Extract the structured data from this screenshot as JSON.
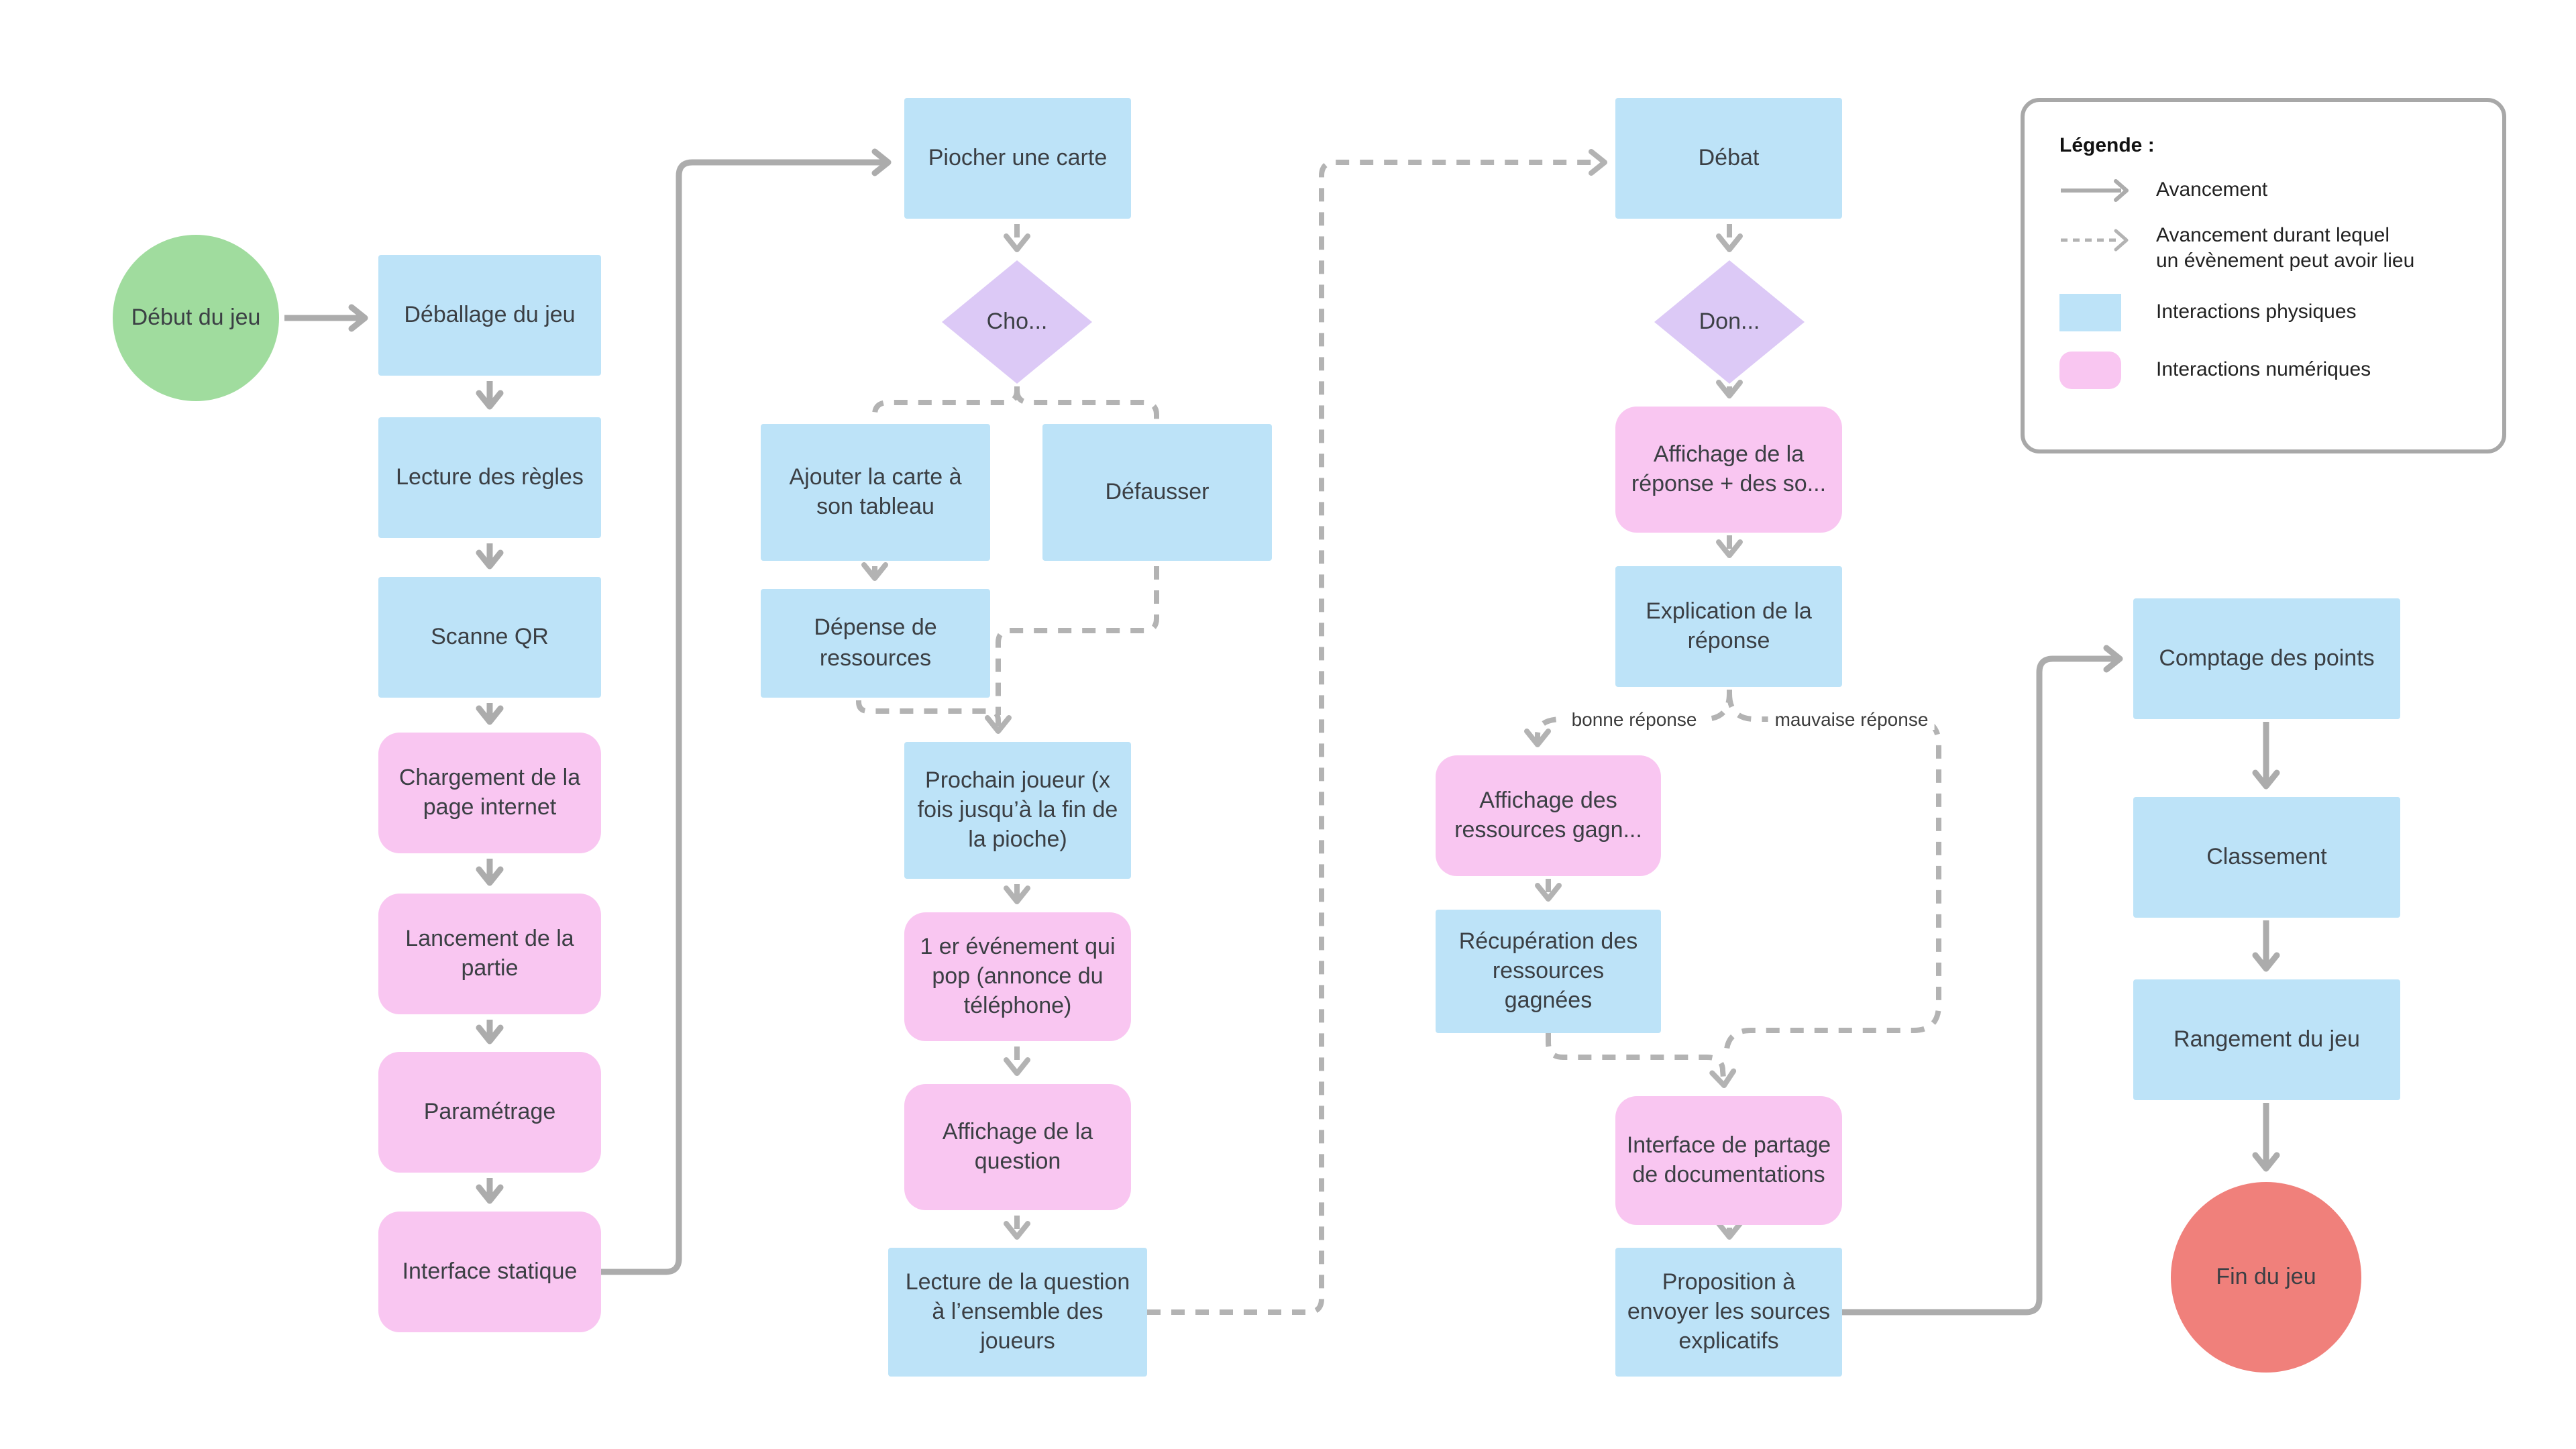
{
  "legend": {
    "title": "Légende :",
    "items": [
      {
        "id": "solid-arrow",
        "label": "Avancement"
      },
      {
        "id": "dashed-arrow",
        "label": "Avancement durant lequel\nun évènement peut avoir lieu"
      },
      {
        "id": "physical-box",
        "label": "Interactions physiques"
      },
      {
        "id": "digital-box",
        "label": "Interactions numériques"
      }
    ]
  },
  "edge_labels": {
    "good": "bonne réponse",
    "bad": "mauvaise réponse"
  },
  "colors": {
    "physical": "#BDE3F8",
    "digital": "#F9C6F1",
    "decision": "#DCC9F6",
    "start": "#A0DC9E",
    "end": "#F0807B",
    "solid_line": "#ACACAC",
    "dashed_line": "#B3B3B3"
  },
  "nodes": {
    "start": {
      "label": "Début du jeu"
    },
    "deballage": {
      "label": "Déballage du jeu"
    },
    "lecture_regles": {
      "label": "Lecture des règles"
    },
    "scanne_qr": {
      "label": "Scanne QR"
    },
    "chargement": {
      "label": "Chargement de la page internet"
    },
    "lancement": {
      "label": "Lancement de la partie"
    },
    "parametrage": {
      "label": "Paramétrage"
    },
    "interface_statique": {
      "label": "Interface statique"
    },
    "piocher": {
      "label": "Piocher une carte"
    },
    "choix": {
      "label": "Cho..."
    },
    "ajouter": {
      "label": "Ajouter la carte à son tableau"
    },
    "defausser": {
      "label": "Défausser"
    },
    "depense": {
      "label": "Dépense de ressources"
    },
    "prochain": {
      "label": "Prochain joueur (x fois jusqu’à la fin de la pioche)"
    },
    "evenement": {
      "label": "1 er événement qui pop (annonce du téléphone)"
    },
    "affichage_question": {
      "label": "Affichage de la question"
    },
    "lecture_question": {
      "label": "Lecture de la question à l’ensemble des joueurs"
    },
    "debat": {
      "label": "Débat"
    },
    "don": {
      "label": "Don..."
    },
    "affichage_reponse": {
      "label": "Affichage de la réponse + des so..."
    },
    "explication": {
      "label": "Explication de la réponse"
    },
    "affichage_ressources": {
      "label": "Affichage des ressources gagn..."
    },
    "recuperation": {
      "label": "Récupération des ressources gagnées"
    },
    "interface_partage": {
      "label": "Interface de partage de documentations"
    },
    "proposition": {
      "label": "Proposition à envoyer les sources explicatifs"
    },
    "comptage": {
      "label": "Comptage des points"
    },
    "classement": {
      "label": "Classement"
    },
    "rangement": {
      "label": "Rangement du jeu"
    },
    "fin": {
      "label": "Fin du jeu"
    }
  }
}
